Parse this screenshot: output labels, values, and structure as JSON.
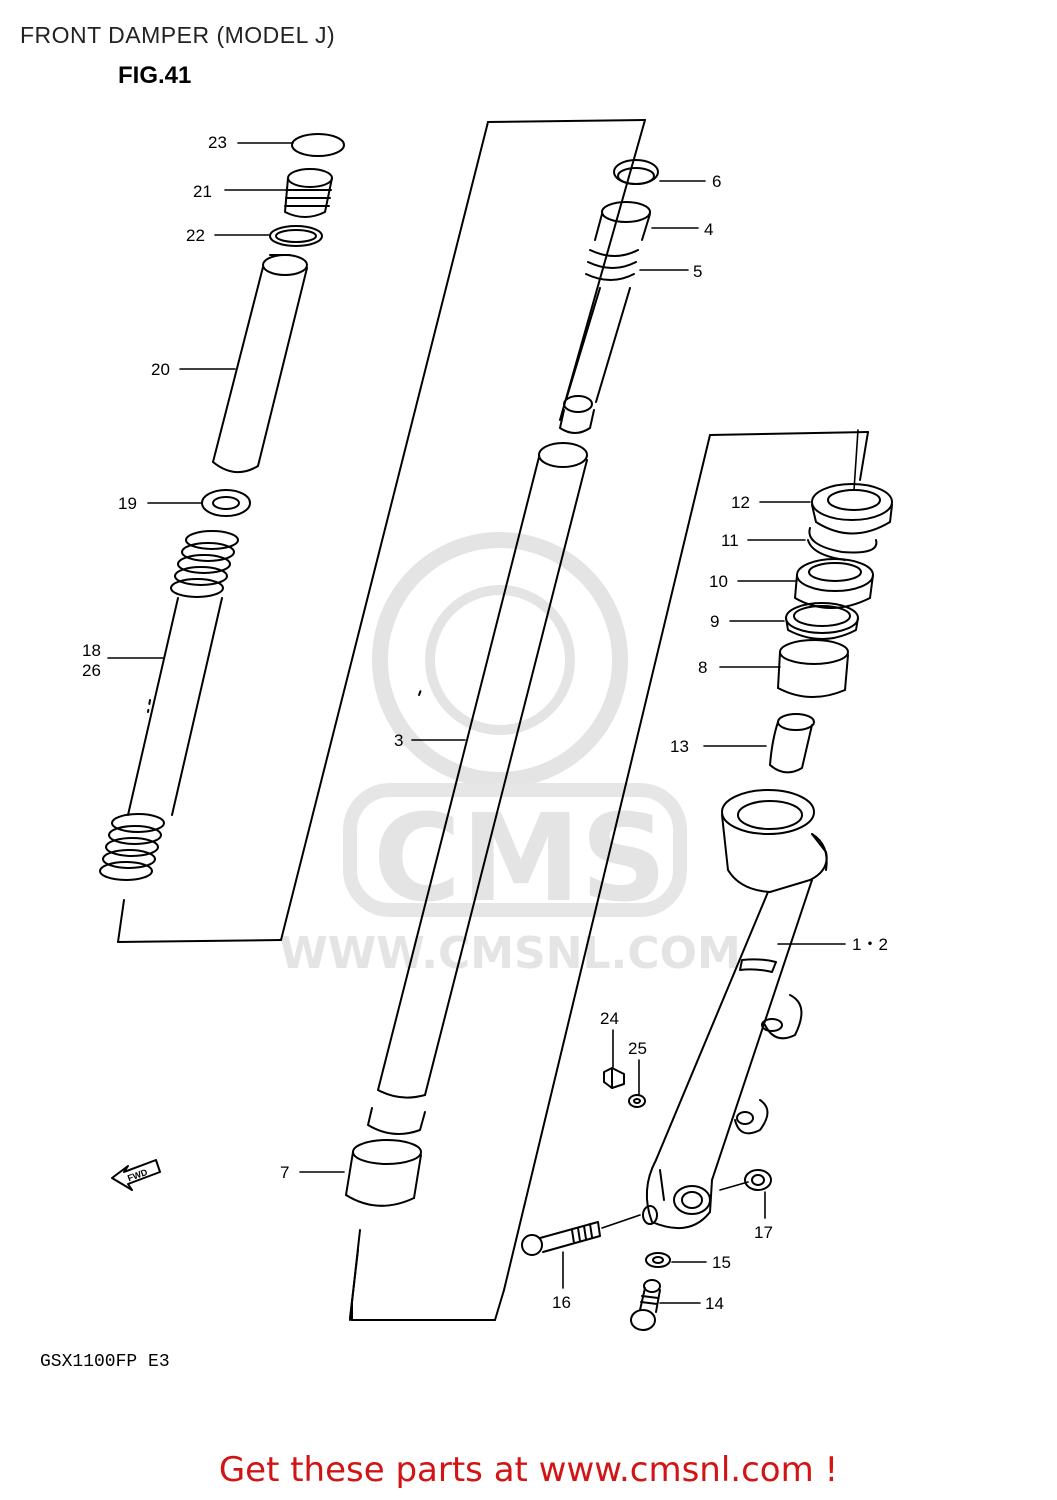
{
  "header": {
    "title": "FRONT DAMPER (MODEL J)",
    "figure": "FIG.41"
  },
  "footer": {
    "model_code": "GSX1100FP E3",
    "promo": "Get these parts at www.cmsnl.com !"
  },
  "watermark": {
    "logo_text": "CMS",
    "url_text": "WWW.CMSNL.COM"
  },
  "fwd_arrow": "FWD",
  "parts": [
    {
      "id": "p23",
      "label": "23"
    },
    {
      "id": "p21",
      "label": "21"
    },
    {
      "id": "p22",
      "label": "22"
    },
    {
      "id": "p20",
      "label": "20"
    },
    {
      "id": "p19",
      "label": "19"
    },
    {
      "id": "p18",
      "label": "18"
    },
    {
      "id": "p26",
      "label": "26"
    },
    {
      "id": "p6",
      "label": "6"
    },
    {
      "id": "p4",
      "label": "4"
    },
    {
      "id": "p5",
      "label": "5"
    },
    {
      "id": "p3",
      "label": "3"
    },
    {
      "id": "p12",
      "label": "12"
    },
    {
      "id": "p11",
      "label": "11"
    },
    {
      "id": "p10",
      "label": "10"
    },
    {
      "id": "p9",
      "label": "9"
    },
    {
      "id": "p8",
      "label": "8"
    },
    {
      "id": "p13",
      "label": "13"
    },
    {
      "id": "p12b",
      "label": "1・2"
    },
    {
      "id": "p24",
      "label": "24"
    },
    {
      "id": "p25",
      "label": "25"
    },
    {
      "id": "p7",
      "label": "7"
    },
    {
      "id": "p17",
      "label": "17"
    },
    {
      "id": "p15",
      "label": "15"
    },
    {
      "id": "p16",
      "label": "16"
    },
    {
      "id": "p14",
      "label": "14"
    }
  ],
  "colors": {
    "line": "#000000",
    "watermark": "#e4e4e4",
    "promo": "#d21414"
  }
}
